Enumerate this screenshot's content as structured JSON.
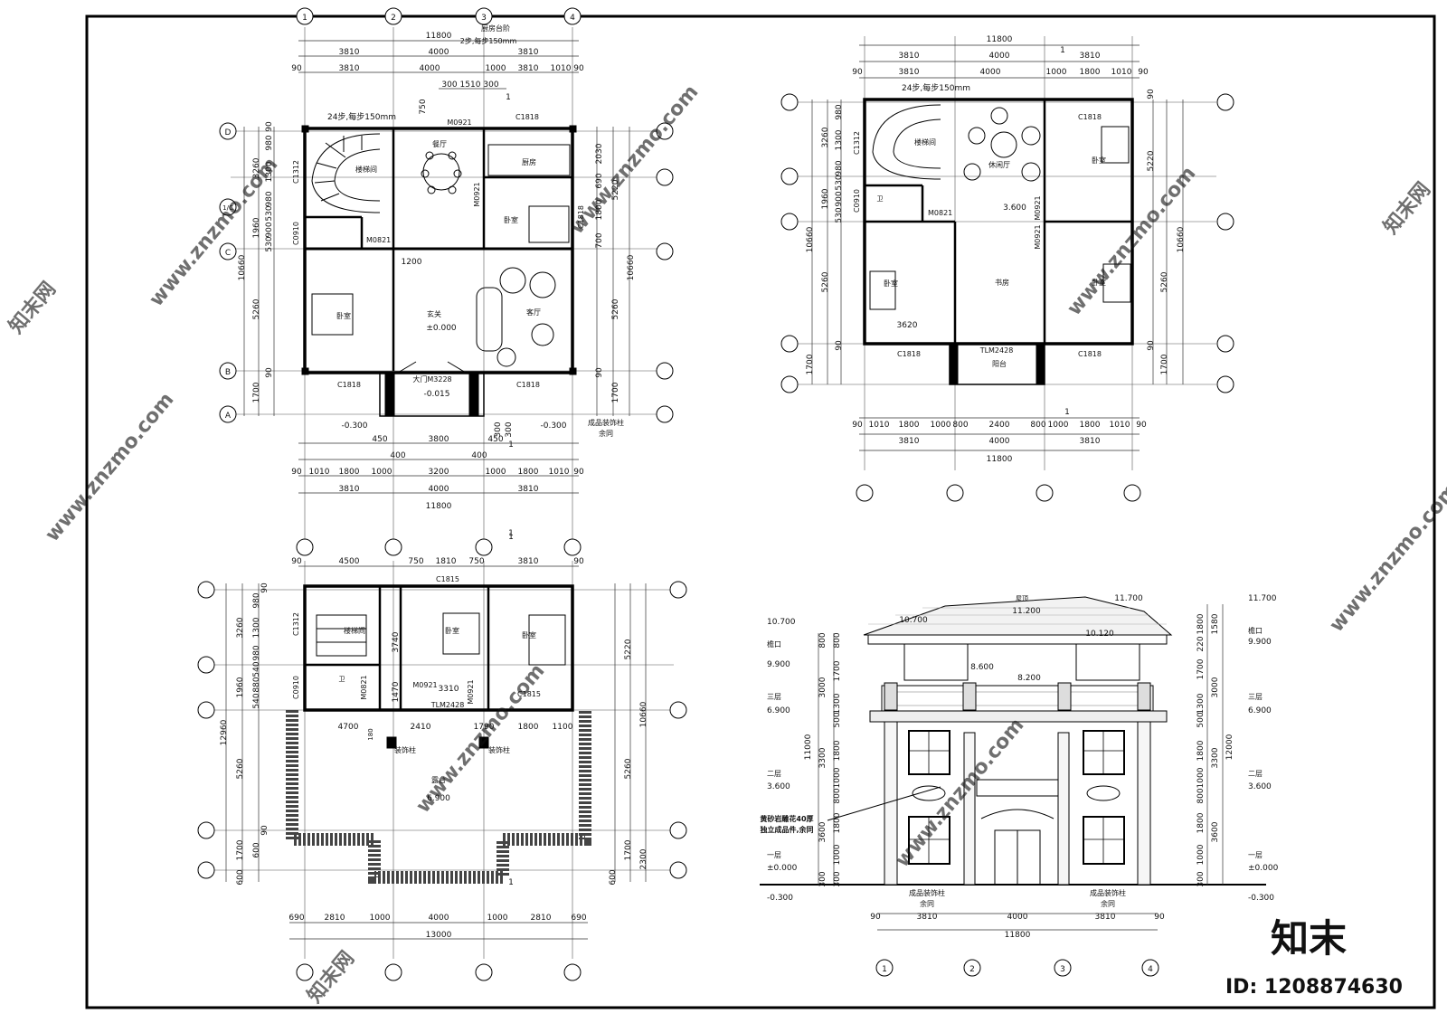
{
  "plans": [
    {
      "id": "first-floor",
      "axes_numbered": [
        "1",
        "2",
        "3",
        "4"
      ],
      "axes_lettered": [
        "D",
        "1/C",
        "C",
        "B",
        "A"
      ],
      "top_dims": [
        "11800",
        "3810",
        "4000",
        "3810",
        "90",
        "3810",
        "4000",
        "1000",
        "3810",
        "1010",
        "90",
        "300",
        "1510",
        "300"
      ],
      "stair_note": "24步,每步150mm",
      "step_note": "2步,每步150mm",
      "step_title": "厨房台阶",
      "left_dims": [
        "3260",
        "980",
        "1300",
        "980",
        "1960",
        "530",
        "900",
        "530",
        "5260",
        "1700",
        "90",
        "90",
        "10660"
      ],
      "right_dims": [
        "2030",
        "5220",
        "690",
        "1800",
        "700",
        "5260",
        "1700",
        "10660",
        "90"
      ],
      "bottom_dims": [
        "450",
        "3800",
        "450",
        "400",
        "400",
        "90",
        "1010",
        "1800",
        "1000",
        "3200",
        "1000",
        "1800",
        "1010",
        "90",
        "3810",
        "4000",
        "3810",
        "11800"
      ],
      "rooms": [
        "楼梯间",
        "餐厅",
        "厨房",
        "卧室",
        "玄关",
        "客厅",
        "卧室"
      ],
      "openings": [
        "M0921",
        "C1818",
        "C1312",
        "M0921",
        "C1818",
        "C0910",
        "M0821",
        "C1818",
        "C1818",
        "大门M3228"
      ],
      "levels": [
        "±0.000",
        "-0.015",
        "-0.300",
        "-0.300"
      ],
      "notes": [
        "成品装饰柱",
        "余同",
        "1200",
        "750",
        "300",
        "300",
        "1",
        "1"
      ]
    },
    {
      "id": "second-floor",
      "top_dims": [
        "11800",
        "3810",
        "4000",
        "3810",
        "90",
        "3810",
        "4000",
        "1000",
        "1800",
        "1010",
        "90",
        "1"
      ],
      "stair_note": "24步,每步150mm",
      "left_dims": [
        "3260",
        "980",
        "1300",
        "980",
        "1960",
        "530",
        "900",
        "530",
        "5260",
        "1700",
        "90",
        "10660"
      ],
      "right_dims": [
        "5220",
        "5260",
        "1700",
        "10660",
        "90",
        "90"
      ],
      "bottom_dims": [
        "90",
        "1010",
        "1800",
        "1000",
        "800",
        "2400",
        "800",
        "1000",
        "1800",
        "1010",
        "90",
        "3810",
        "4000",
        "3810",
        "11800"
      ],
      "rooms": [
        "楼梯间",
        "休闲厅",
        "卧室",
        "卧室",
        "书房",
        "卧室",
        "阳台",
        "卫"
      ],
      "openings": [
        "C1818",
        "C1312",
        "C0910",
        "M0821",
        "M0921",
        "M0921",
        "C1818",
        "TLM2428",
        "C1818"
      ],
      "levels": [
        "3.600"
      ],
      "notes": [
        "3620",
        "1"
      ]
    },
    {
      "id": "third-floor",
      "top_dims": [
        "90",
        "4500",
        "750",
        "1810",
        "750",
        "3810",
        "90",
        "1"
      ],
      "left_dims": [
        "3260",
        "980",
        "1300",
        "980",
        "1960",
        "540",
        "880",
        "540",
        "5260",
        "1700",
        "600",
        "600",
        "12960",
        "90",
        "90"
      ],
      "right_dims": [
        "5220",
        "5260",
        "1700",
        "600",
        "2300",
        "10660"
      ],
      "bottom_dims": [
        "690",
        "2810",
        "1000",
        "4000",
        "1000",
        "2810",
        "690",
        "13000"
      ],
      "rooms": [
        "楼梯间",
        "卧室",
        "卧室",
        "露台",
        "卫"
      ],
      "openings": [
        "C1815",
        "C1312",
        "C0910",
        "M0821",
        "M0921",
        "M0921",
        "C1815",
        "TLM2428"
      ],
      "inner_dims": [
        "3740",
        "1470",
        "3310",
        "4700",
        "2410",
        "1790",
        "1800",
        "1100",
        "180"
      ],
      "levels": [
        "6.900"
      ],
      "notes": [
        "装饰柱",
        "装饰柱",
        "1",
        "1"
      ]
    }
  ],
  "elevation": {
    "levels_left": [
      "10.700",
      "檐口",
      "9.900",
      "三层",
      "6.900",
      "二层",
      "3.600",
      "一层",
      "±0.000",
      "-0.300"
    ],
    "levels_right": [
      "11.700",
      "檐口",
      "9.900",
      "三层",
      "6.900",
      "二层",
      "3.600",
      "一层",
      "±0.000",
      "-0.300"
    ],
    "roof_levels": [
      "10.700",
      "11.200",
      "11.700",
      "10.120",
      "8.600",
      "8.200"
    ],
    "roof_label": "屋顶",
    "left_dims": [
      "800",
      "800",
      "1700",
      "3000",
      "1300",
      "500",
      "11000",
      "3300",
      "1800",
      "1000",
      "800",
      "1800",
      "1000",
      "300",
      "300",
      "3600"
    ],
    "right_dims": [
      "1800",
      "1580",
      "220",
      "1700",
      "3000",
      "1300",
      "500",
      "12000",
      "3300",
      "1800",
      "1000",
      "800",
      "1800",
      "3600",
      "1000",
      "300"
    ],
    "bottom_dims": [
      "90",
      "3810",
      "4000",
      "3810",
      "90",
      "11800"
    ],
    "axes": [
      "1",
      "2",
      "3",
      "4"
    ],
    "notes": [
      "黄砂岩雕花40厚",
      "独立成品件,余同",
      "成品装饰柱",
      "余同",
      "成品装饰柱",
      "余同"
    ]
  },
  "watermark": {
    "site": "www.znzmo.com",
    "brand": "知末网",
    "logo": "知末",
    "id_label": "ID: 1208874630"
  }
}
